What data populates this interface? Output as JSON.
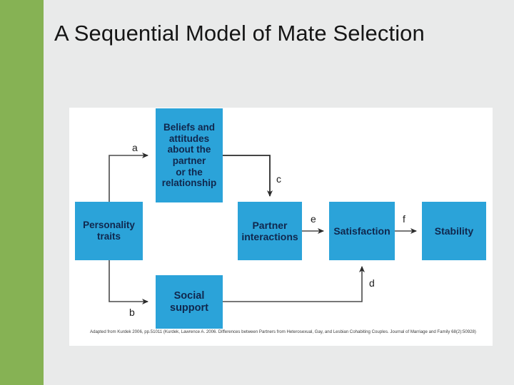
{
  "slide": {
    "title": "A Sequential Model of Mate Selection",
    "background_color": "#e9eaea",
    "accent_bar_color": "#86b254"
  },
  "figure": {
    "background_color": "#ffffff",
    "node_color": "#2ba3d9",
    "node_text_color": "#10274d",
    "caption": "Adapted from Kurdek 2006, pp.51011 (Kurdek, Lawrence A. 2006. Differences between Partners from Heterosexual, Gay, and Lesbian Cohabiting Couples. Journal of Marriage and Family 68(2):50928)",
    "nodes": [
      {
        "id": "personality",
        "label": "Personality\ntraits"
      },
      {
        "id": "beliefs",
        "label": "Beliefs and\nattitudes\nabout the\npartner\nor the\nrelationship"
      },
      {
        "id": "social",
        "label": "Social\nsupport"
      },
      {
        "id": "partner",
        "label": "Partner\ninteractions"
      },
      {
        "id": "satisfaction",
        "label": "Satisfaction"
      },
      {
        "id": "stability",
        "label": "Stability"
      }
    ],
    "edges": [
      {
        "id": "a",
        "label": "a",
        "from": "personality",
        "to": "beliefs"
      },
      {
        "id": "b",
        "label": "b",
        "from": "personality",
        "to": "social"
      },
      {
        "id": "c",
        "label": "c",
        "from": "beliefs",
        "to": "partner"
      },
      {
        "id": "d",
        "label": "d",
        "from": "social",
        "to": "satisfaction"
      },
      {
        "id": "e",
        "label": "e",
        "from": "partner",
        "to": "satisfaction"
      },
      {
        "id": "f",
        "label": "f",
        "from": "satisfaction",
        "to": "stability"
      }
    ]
  }
}
